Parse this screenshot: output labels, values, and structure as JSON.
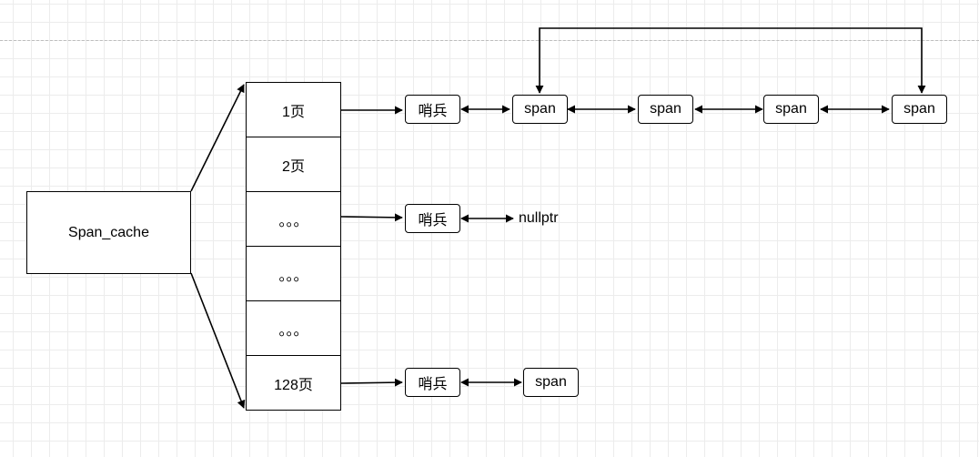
{
  "cache": {
    "label": "Span_cache"
  },
  "page_buckets": [
    {
      "label": "1页"
    },
    {
      "label": "2页"
    },
    {
      "label": "。。。"
    },
    {
      "label": "。。。"
    },
    {
      "label": "。。。"
    },
    {
      "label": "128页"
    }
  ],
  "lists": {
    "row_1": {
      "sentinel": "哨兵",
      "spans": [
        "span",
        "span",
        "span",
        "span"
      ]
    },
    "row_3": {
      "sentinel": "哨兵",
      "terminator": "nullptr"
    },
    "row_128": {
      "sentinel": "哨兵",
      "spans": [
        "span"
      ]
    }
  }
}
